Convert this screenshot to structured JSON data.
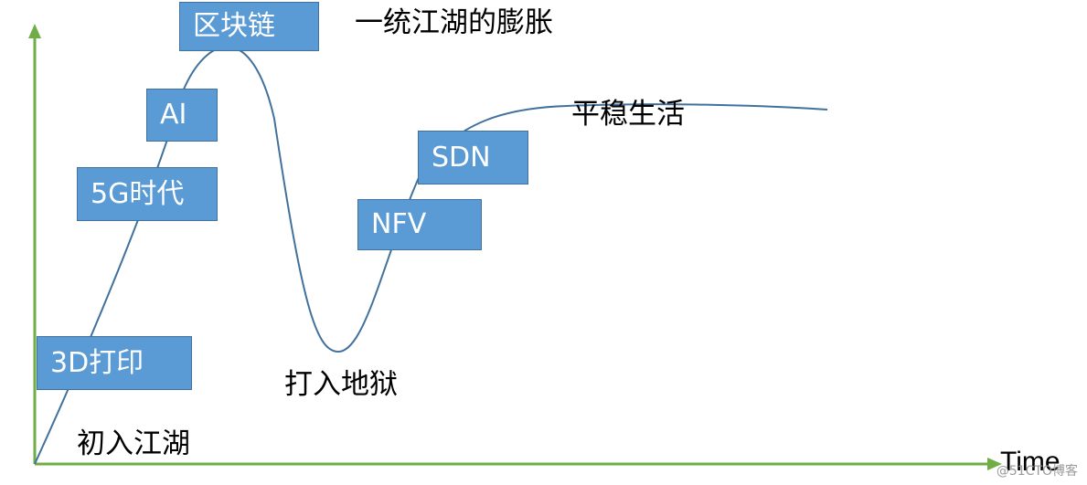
{
  "boxes": {
    "blockchain": "区块链",
    "ai": "AI",
    "five_g": "5G时代",
    "printing_3d": "3D打印",
    "sdn": "SDN",
    "nfv": "NFV"
  },
  "labels": {
    "peak": "一统江湖的膨胀",
    "plateau": "平稳生活",
    "trough": "打入地狱",
    "start": "初入江湖",
    "x_axis": "Time"
  },
  "watermark": "@51CTO博客",
  "colors": {
    "box_fill": "#5b9bd5",
    "box_border": "#41719c",
    "axis": "#70ad47",
    "curve": "#41719c"
  }
}
